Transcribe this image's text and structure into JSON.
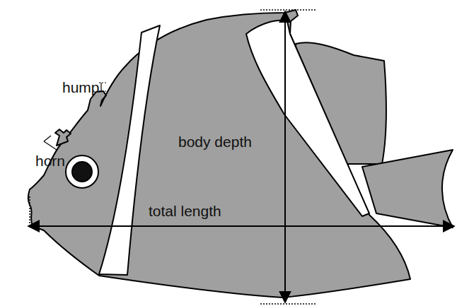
{
  "diagram": {
    "labels": [
      "hump",
      "horn",
      "body depth",
      "total length"
    ]
  }
}
